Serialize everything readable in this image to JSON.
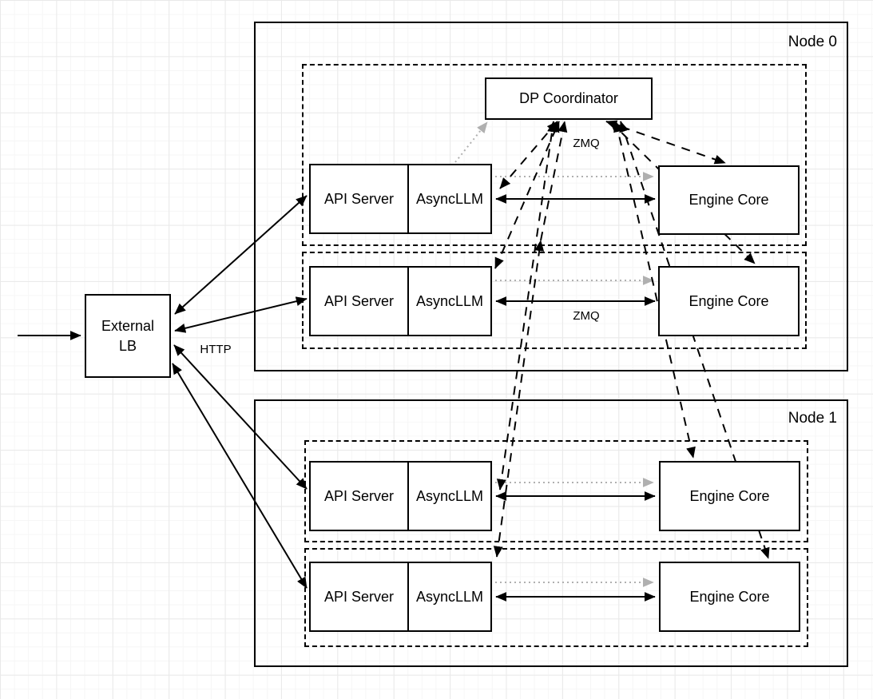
{
  "diagram": {
    "external_lb": {
      "label": "External LB"
    },
    "labels": {
      "http": "HTTP",
      "zmq_coordinator": "ZMQ",
      "zmq_engine": "ZMQ"
    },
    "node0": {
      "label": "Node 0",
      "coordinator": "DP Coordinator",
      "rows": [
        {
          "api": "API Server",
          "llm": "AsyncLLM",
          "engine": "Engine Core"
        },
        {
          "api": "API Server",
          "llm": "AsyncLLM",
          "engine": "Engine Core"
        }
      ]
    },
    "node1": {
      "label": "Node 1",
      "rows": [
        {
          "api": "API Server",
          "llm": "AsyncLLM",
          "engine": "Engine Core"
        },
        {
          "api": "API Server",
          "llm": "AsyncLLM",
          "engine": "Engine Core"
        }
      ]
    },
    "colors": {
      "stroke": "#000000",
      "gray_link": "#b0b0b0",
      "background": "#ffffff",
      "grid_minor": "#f6f6f6",
      "grid_major": "#e9e9e9"
    }
  }
}
